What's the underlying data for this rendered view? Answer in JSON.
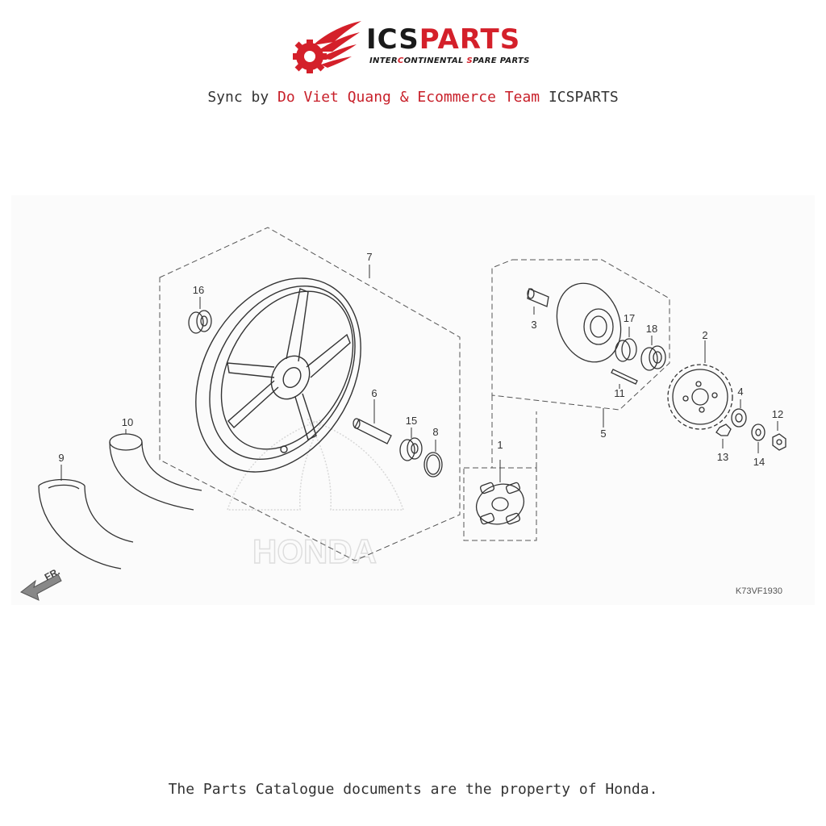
{
  "logo": {
    "brand_prefix": "ICS",
    "brand_suffix": "PARTS",
    "tagline_1": "INTER",
    "tagline_2": "C",
    "tagline_3": "ONTINENTAL ",
    "tagline_4": "S",
    "tagline_5": "PARE PARTS"
  },
  "sync": {
    "prefix": "Sync by ",
    "highlight": "Do Viet Quang & Ecommerce Team",
    "suffix": " ICSPARTS"
  },
  "diagram": {
    "code": "K73VF1930",
    "front_label": "FR.",
    "watermark": "HONDA",
    "callouts": {
      "c1": "1",
      "c2": "2",
      "c3": "3",
      "c4": "4",
      "c5": "5",
      "c6": "6",
      "c7": "7",
      "c8": "8",
      "c9": "9",
      "c10": "10",
      "c11": "11",
      "c12": "12",
      "c13": "13",
      "c14": "14",
      "c15": "15",
      "c16": "16",
      "c17": "17",
      "c18": "18"
    }
  },
  "footer": {
    "text": "The Parts Catalogue documents are the property of Honda."
  }
}
